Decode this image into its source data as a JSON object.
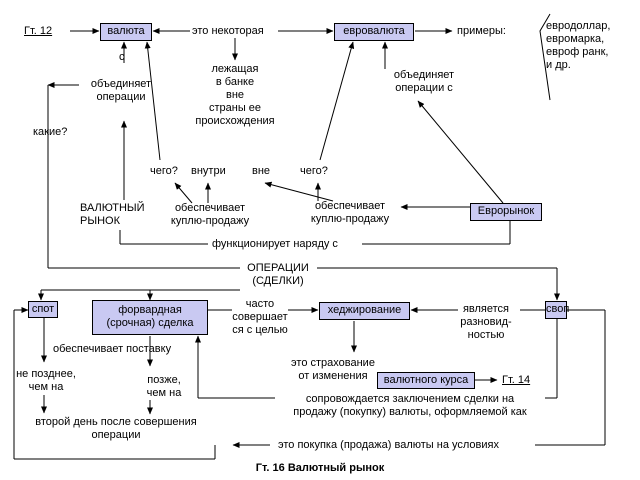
{
  "caption": "Гт. 16 Валютный рынок",
  "refs": {
    "top_left": "Гт. 12",
    "bottom_right": "Гт. 14"
  },
  "boxes": {
    "valuta": "валюта",
    "evrovaluta": "евровалюта",
    "evrorynok": "Еврорынок",
    "spot": "спот",
    "forward": [
      "форвардная",
      "(срочная) сделка"
    ],
    "hedge": "хеджирование",
    "swap": "своп",
    "kurs": "валютного курса"
  },
  "labels": {
    "eto_nekotoraya": "это некоторая",
    "lezhashaya": [
      "лежащая",
      "в банке",
      "вне",
      "страны ее",
      "происхождения"
    ],
    "primery": "примеры:",
    "examples": [
      "евродоллар,",
      "евромарка,",
      "евроф ранк,",
      "и др."
    ],
    "s1": "с",
    "obedinyaet1": [
      "объединяет",
      "операции"
    ],
    "kakie": "какие?",
    "obedinyaet2": [
      "объединяет",
      "операции с"
    ],
    "chego1": "чего?",
    "vnutri": "внутри",
    "vne": "вне",
    "chego2": "чего?",
    "valyutny_rynok": [
      "ВАЛЮТНЫЙ",
      "РЫНОК"
    ],
    "obespechivaet1": [
      "обеспечивает",
      "куплю-продажу"
    ],
    "obespechivaet2": [
      "обеспечивает",
      "куплю-продажу"
    ],
    "funktsioniruet": "функционирует наряду с",
    "operatsii": [
      "ОПЕРАЦИИ",
      "(СДЕЛКИ)"
    ],
    "chasto": [
      "часто",
      "совершает",
      "ся с целью"
    ],
    "yavlyaetsya": [
      "является",
      "разновид-",
      "ностью"
    ],
    "postavka": "обеспечивает поставку",
    "ne_pozdnee": [
      "не позднее,",
      "чем на"
    ],
    "pozhe": [
      "позже,",
      "чем на"
    ],
    "vtoroy_den": [
      "второй день после совершения",
      "операции"
    ],
    "strahovanie": [
      "это страхование",
      "от изменения"
    ],
    "soprovozhdaetsya": [
      "сопровождается заключением сделки на",
      "продажу (покупку) валюты, оформляемой как"
    ],
    "pokupka": "это покупка (продажа) валюты на условиях"
  }
}
